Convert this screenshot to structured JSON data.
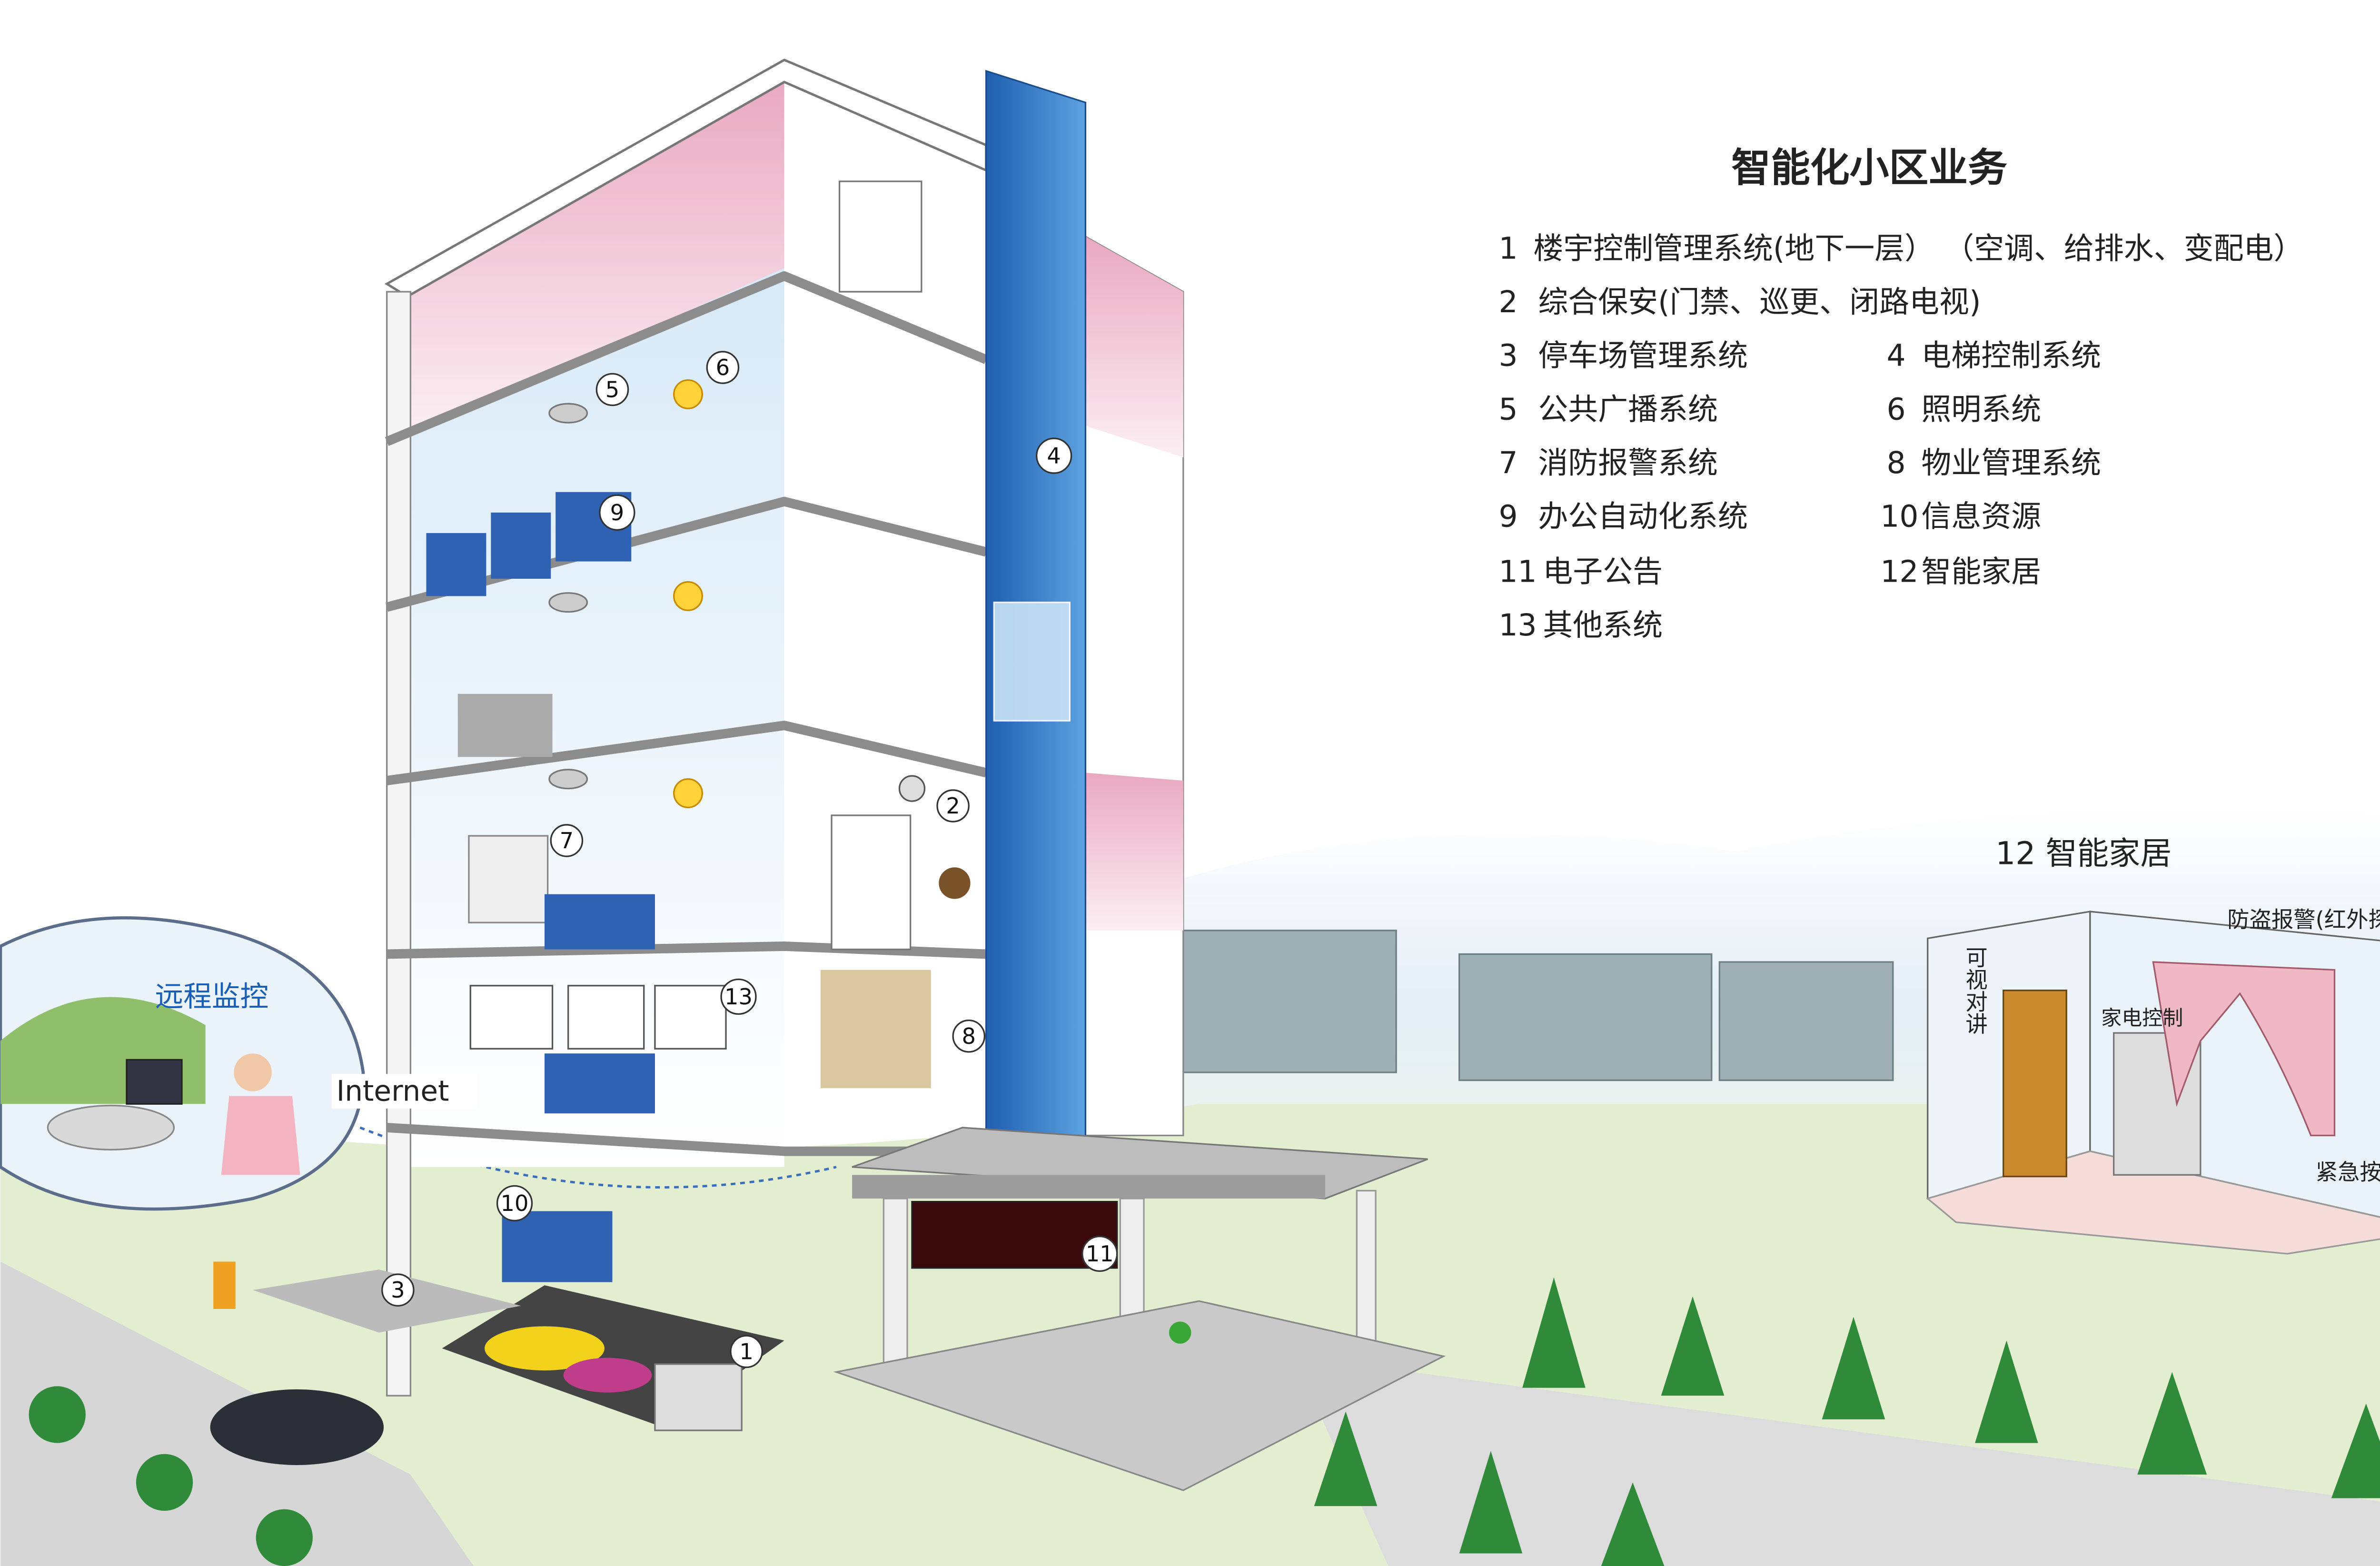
{
  "legend": {
    "title": "智能化小区业务",
    "items": [
      {
        "n": "1",
        "label": "楼宇控制管理系统(地下一层） （空调、给排水、变配电）"
      },
      {
        "n": "2",
        "label": "综合保安(门禁、巡更、闭路电视)"
      },
      {
        "n": "3",
        "label": "停车场管理系统"
      },
      {
        "n": "4",
        "label": "电梯控制系统"
      },
      {
        "n": "5",
        "label": "公共广播系统"
      },
      {
        "n": "6",
        "label": "照明系统"
      },
      {
        "n": "7",
        "label": "消防报警系统"
      },
      {
        "n": "8",
        "label": "物业管理系统"
      },
      {
        "n": "9",
        "label": "办公自动化系统"
      },
      {
        "n": "10",
        "label": "信息资源"
      },
      {
        "n": "11",
        "label": "电子公告"
      },
      {
        "n": "12",
        "label": "智能家居"
      },
      {
        "n": "13",
        "label": "其他系统"
      }
    ]
  },
  "remote": {
    "label": "远程监控",
    "internet": "Internet"
  },
  "smart_home": {
    "title": "12  智能家居",
    "intercom": "可视对讲",
    "appliance": "家电控制",
    "burglar": "防盗报警(红外探头)",
    "emergency": "紧急按钮"
  },
  "markers": [
    "1",
    "2",
    "3",
    "4",
    "5",
    "6",
    "7",
    "8",
    "9",
    "10",
    "11",
    "13"
  ],
  "colors": {
    "shaft": "#2f73c4",
    "pink": "#f2c6d6",
    "sky": "#dcebf7",
    "grass": "#cfe3a8"
  }
}
